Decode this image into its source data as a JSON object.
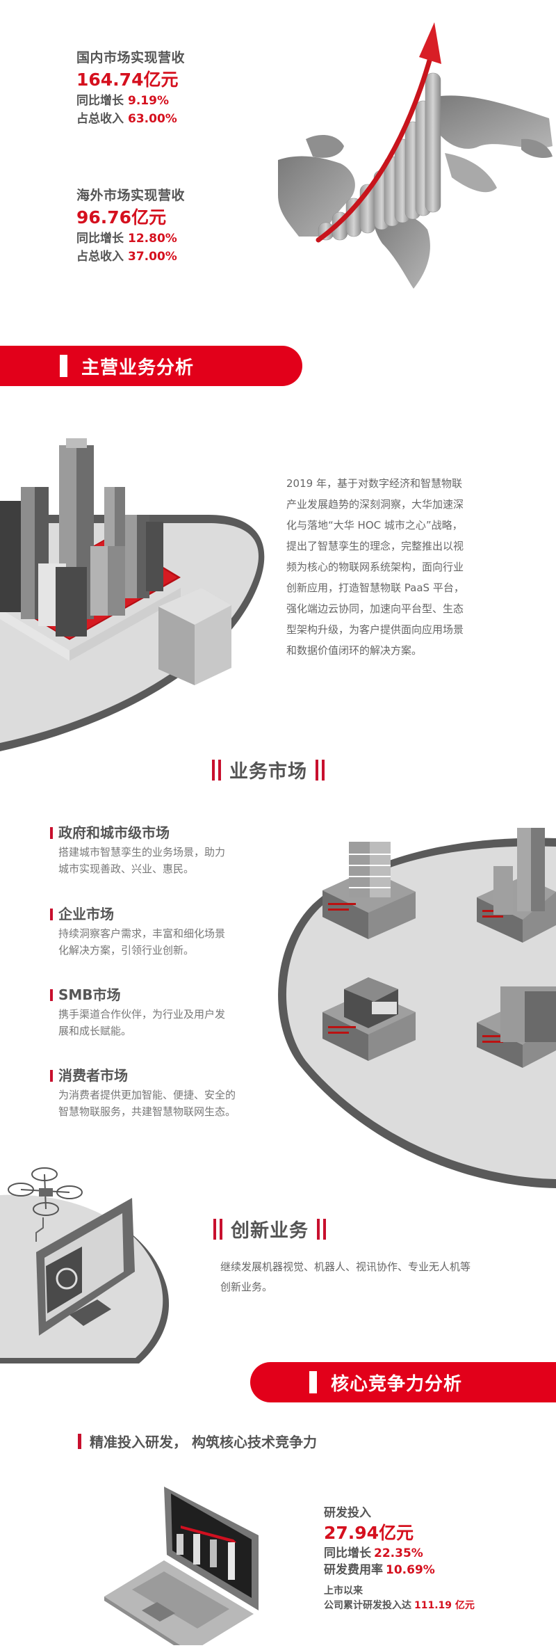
{
  "domestic": {
    "title": "国内市场实现营收",
    "revenue": "164.74亿元",
    "growth_label": "同比增长",
    "growth_value": "9.19%",
    "share_label": "占总收入",
    "share_value": "63.00%"
  },
  "overseas": {
    "title": "海外市场实现营收",
    "revenue": "96.76亿元",
    "growth_label": "同比增长",
    "growth_value": "12.80%",
    "share_label": "占总收入",
    "share_value": "37.00%"
  },
  "main_business": {
    "banner": "主营业务分析",
    "paragraph_lines": [
      "2019 年，基于对数字经济和智慧物联",
      "产业发展趋势的深刻洞察，大华加速深",
      "化与落地“大华 HOC 城市之心”战略，",
      "提出了智慧孪生的理念，完整推出以视",
      "频为核心的物联网系统架构，面向行业",
      "创新应用，打造智慧物联 PaaS 平台，",
      "强化端边云协同，加速向平台型、生态",
      "型架构升级，为客户提供面向应用场景",
      "和数据价值闭环的解决方案。"
    ]
  },
  "markets": {
    "heading": "业务市场",
    "items": [
      {
        "title": "政府和城市级市场",
        "desc_lines": [
          "搭建城市智慧孪生的业务场景，助力",
          "城市实现善政、兴业、惠民。"
        ]
      },
      {
        "title": "企业市场",
        "desc_lines": [
          "持续洞察客户需求，丰富和细化场景",
          "化解决方案，引领行业创新。"
        ]
      },
      {
        "title": "SMB市场",
        "desc_lines": [
          "携手渠道合作伙伴，为行业及用户发",
          "展和成长赋能。"
        ]
      },
      {
        "title": "消费者市场",
        "desc_lines": [
          "为消费者提供更加智能、便捷、安全的",
          "智慧物联服务，共建智慧物联网生态。"
        ]
      }
    ]
  },
  "innovation": {
    "heading": "创新业务",
    "desc_lines": [
      "继续发展机器视觉、机器人、视讯协作、专业无人机等",
      "创新业务。"
    ]
  },
  "core": {
    "banner": "核心竞争力分析",
    "subheading": "精准投入研发， 构筑核心技术竞争力",
    "rd_label": "研发投入",
    "rd_value": "27.94亿元",
    "growth_label": "同比增长",
    "growth_value": "22.35%",
    "ratio_label": "研发费用率",
    "ratio_value": "10.69%",
    "since_label": "上市以来",
    "cumulative_label": "公司累计研发投入达",
    "cumulative_value": "111.19 亿元"
  },
  "colors": {
    "accent_red": "#e2001a",
    "text_red": "#d5101e",
    "text_gray": "#555555",
    "platform_gray": "#dcdcdc",
    "platform_edge": "#5a5a5a"
  }
}
